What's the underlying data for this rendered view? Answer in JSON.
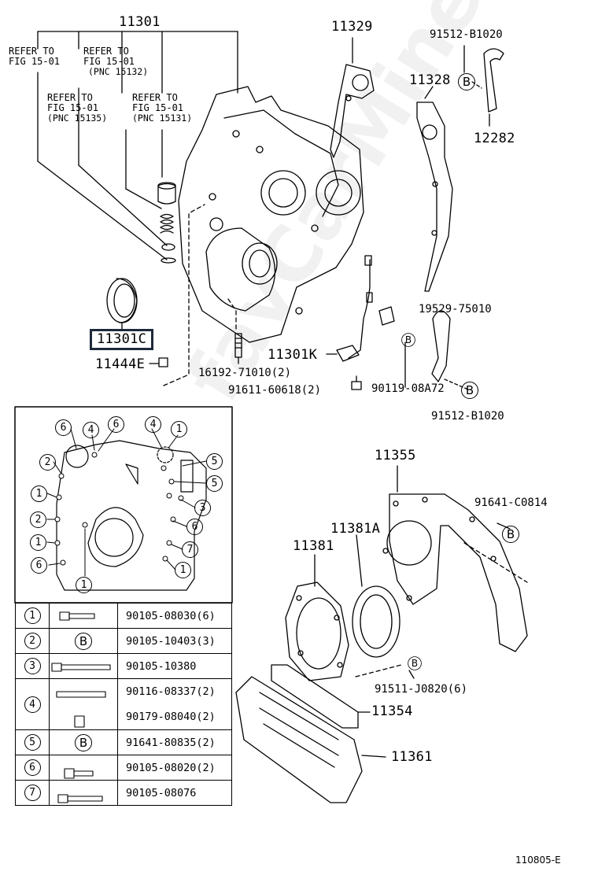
{
  "labels": {
    "p11301": "11301",
    "p11329": "11329",
    "p91512_top": "91512-B1020",
    "p11328": "11328",
    "p12282": "12282",
    "ref1_a": "REFER TO",
    "ref1_b": "FIG 15-01",
    "ref2_a": "REFER TO",
    "ref2_b": "FIG 15-01",
    "ref2_c": "(PNC 15132)",
    "ref3_a": "REFER TO",
    "ref3_b": "FIG 15-01",
    "ref3_c": "(PNC 15135)",
    "ref4_a": "REFER TO",
    "ref4_b": "FIG 15-01",
    "ref4_c": "(PNC 15131)",
    "p11301C": "11301C",
    "p11444E": "11444E",
    "p16192": "16192-71010(2)",
    "p11301K": "11301K",
    "p19529": "19529-75010",
    "p91611": "91611-60618(2)",
    "p90119": "90119-08A72",
    "p91512_bot": "91512-B1020",
    "p11355": "11355",
    "p91641": "91641-C0814",
    "p11381A": "11381A",
    "p11381": "11381",
    "p91511": "91511-J0820(6)",
    "p11354": "11354",
    "p11361": "11361",
    "figure_code": "110805-E",
    "watermark": "favCarMine.ru",
    "b": "B"
  },
  "inset_callouts": [
    "6",
    "4",
    "6",
    "4",
    "1",
    "2",
    "5",
    "5",
    "1",
    "3",
    "2",
    "6",
    "1",
    "7",
    "6",
    "1",
    "1"
  ],
  "legend": [
    {
      "num": "1",
      "icon": "long-bolt-icon",
      "parts": [
        "90105-08030(6)"
      ]
    },
    {
      "num": "2",
      "icon": "b-circle-icon",
      "parts": [
        "90105-10403(3)"
      ]
    },
    {
      "num": "3",
      "icon": "long-bolt-icon",
      "parts": [
        "90105-10380"
      ]
    },
    {
      "num": "4",
      "icon": "stud-icon",
      "parts": [
        "90116-08337(2)",
        "90179-08040(2)"
      ]
    },
    {
      "num": "5",
      "icon": "b-circle-icon",
      "parts": [
        "91641-80835(2)"
      ]
    },
    {
      "num": "6",
      "icon": "short-bolt-icon",
      "parts": [
        "90105-08020(2)"
      ]
    },
    {
      "num": "7",
      "icon": "long-bolt-icon",
      "parts": [
        "90105-08076"
      ]
    }
  ]
}
